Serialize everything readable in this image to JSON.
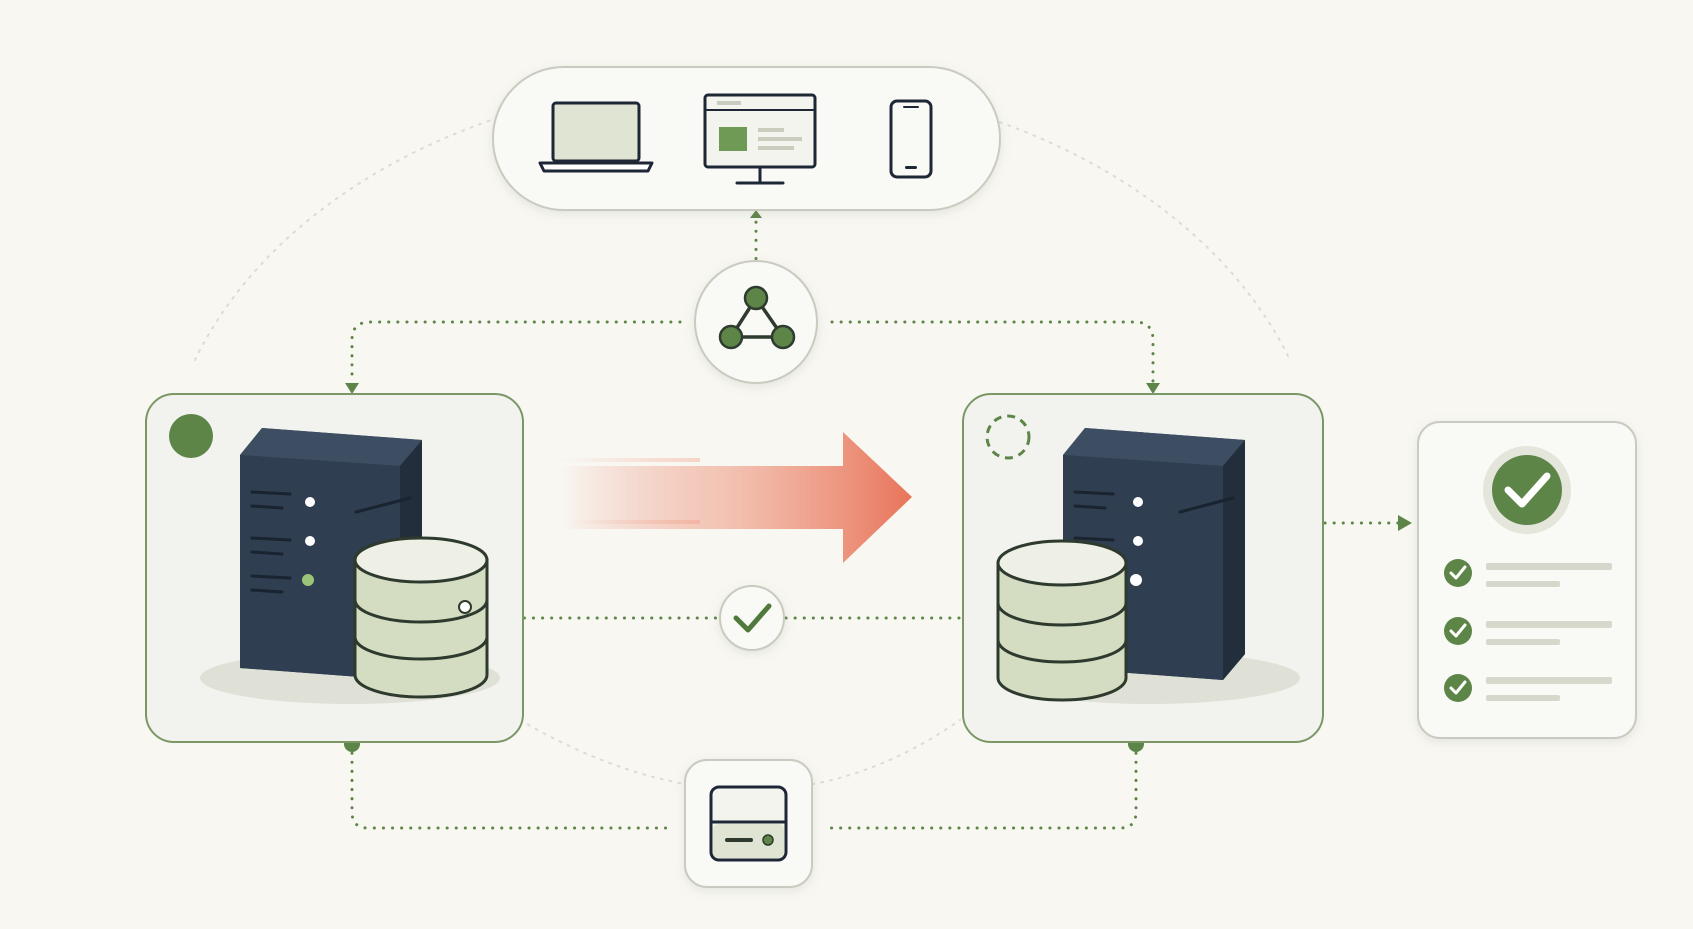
{
  "nodes": {
    "client_devices": {
      "icons": [
        "laptop-icon",
        "desktop-monitor-icon",
        "smartphone-icon"
      ]
    },
    "load_balancer": {
      "icon": "network-hub-icon"
    },
    "primary_server": {
      "icons": [
        "server-tower-icon",
        "database-icon"
      ],
      "status": "active"
    },
    "replica_server": {
      "icons": [
        "server-tower-icon",
        "database-icon"
      ],
      "status": "standby"
    },
    "checklist_panel": {
      "icon": "checkmark-badge-icon",
      "items": 3
    },
    "backup_storage": {
      "icon": "storage-drive-icon"
    },
    "sync_check": {
      "icon": "checkmark-icon"
    }
  },
  "colors": {
    "background": "#f8f7f2",
    "card_fill": "#f2f3ee",
    "card_border": "#7a9866",
    "accent_green": "#5e8548",
    "server_dark": "#2c3a4b",
    "db_fill": "#d4dcc2",
    "arrow": "#e8745a"
  }
}
